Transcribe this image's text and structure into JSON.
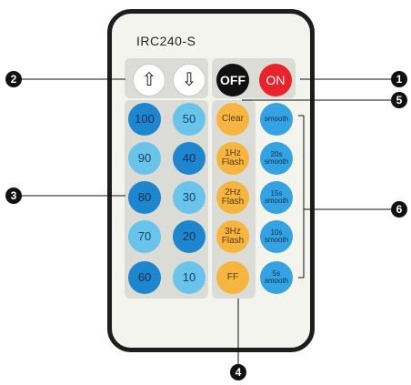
{
  "model": "IRC240-S",
  "arrows": {
    "up_symbol": "⇧",
    "down_symbol": "⇩"
  },
  "power": {
    "off_label": "OFF",
    "on_label": "ON"
  },
  "left_left": [
    "100",
    "90",
    "80",
    "70",
    "60"
  ],
  "left_right": [
    "50",
    "40",
    "30",
    "20",
    "10"
  ],
  "mid": [
    "Clear",
    "1Hz Flash",
    "2Hz Flash",
    "3Hz Flash",
    "FF"
  ],
  "right": [
    "smooth",
    "20s smooth",
    "15s smooth",
    "10s smooth",
    "5s smooth"
  ],
  "callouts": {
    "c1": "1",
    "c2": "2",
    "c3": "3",
    "c4": "4",
    "c5": "5",
    "c6": "6"
  },
  "colors": {
    "brightness_dark": "#1e86cf",
    "brightness_light": "#69c3ea",
    "flash_orange": "#f6b540",
    "smooth_blue": "#35a3e2",
    "off": "#111111",
    "on": "#e8232b"
  },
  "icons": [
    "up-arrow-icon",
    "down-arrow-icon"
  ]
}
